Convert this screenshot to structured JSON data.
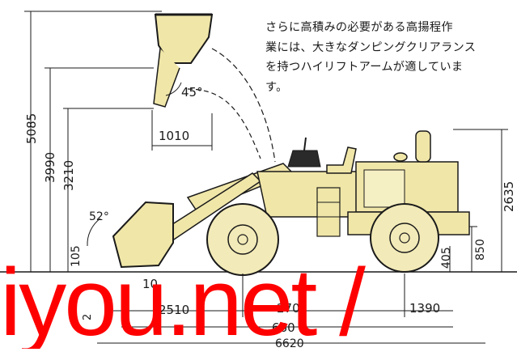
{
  "caption": {
    "lines": [
      "さらに高積みの必要がある高揚程作",
      "業には、大きなダンピングクリアランス",
      "を持つハイリフトアームが適していま",
      "す。"
    ]
  },
  "dimensions": {
    "overall_height_raised": "5085",
    "hinge_pin_height": "3990",
    "dump_clearance": "3210",
    "dump_reach": "1010",
    "dump_angle": "45°",
    "rollback_angle": "52°",
    "digging_depth": "105",
    "cab_height": "2635",
    "ground_clearance_rear": "850",
    "ground_clearance_mid": "405",
    "front_overhang": "2510",
    "wheelbase": "270",
    "rear_overhang": "1390",
    "length_body": "660",
    "overall_length": "6620",
    "bucket_width_partial": "10",
    "partial_left": "2"
  },
  "colors": {
    "body": "#f0e6a8",
    "outline": "#1a1a1a",
    "tire": "#f2eab8",
    "watermark": "#ff0000"
  },
  "watermark": {
    "text": "iyou.net /"
  }
}
